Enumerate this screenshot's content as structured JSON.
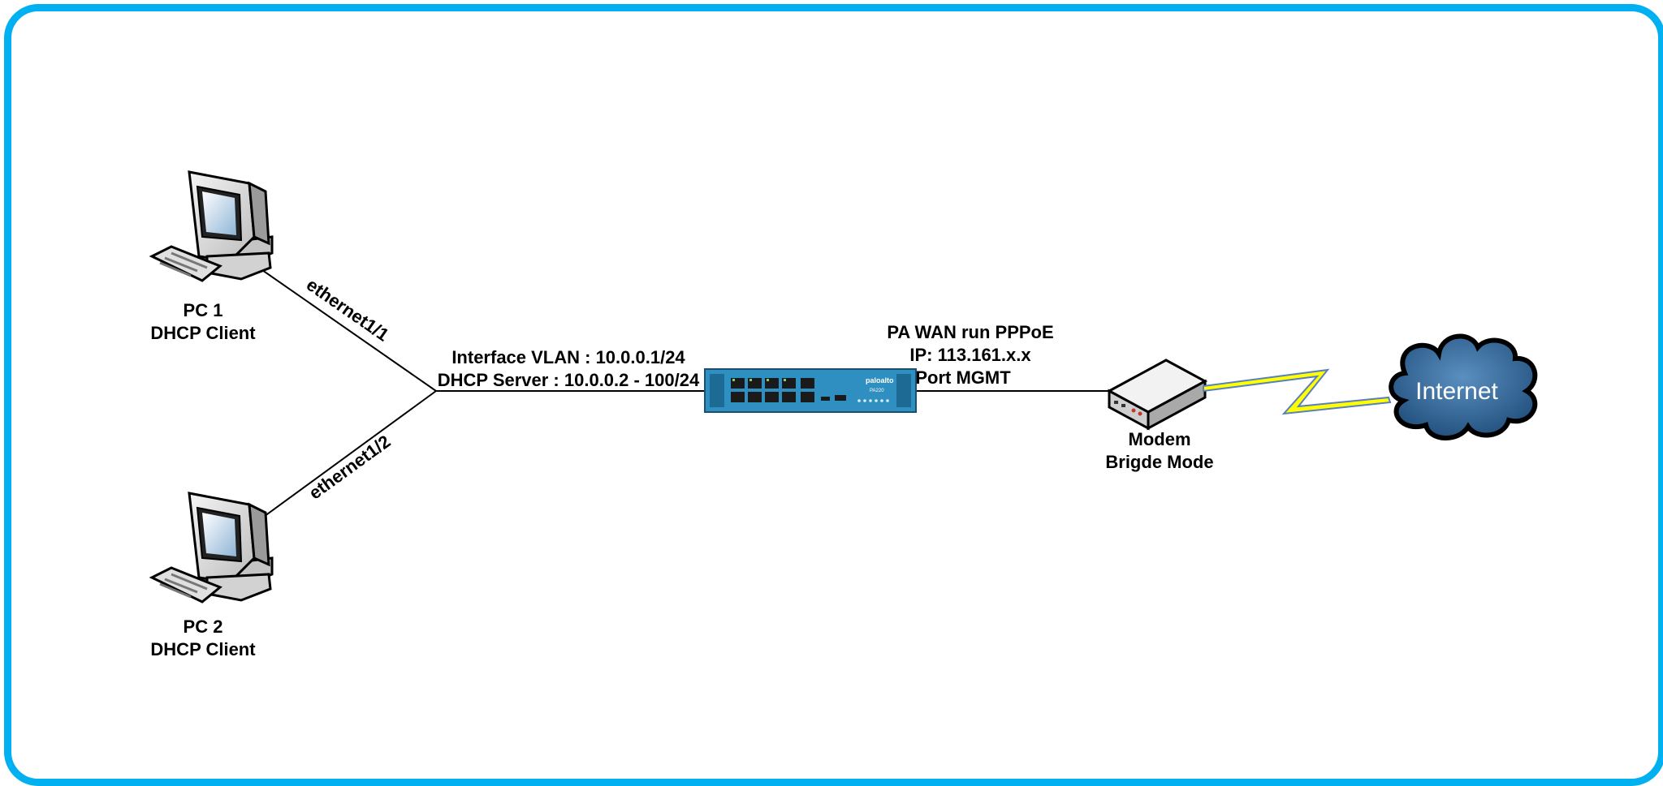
{
  "nodes": {
    "pc1": {
      "name": "PC 1",
      "role": "DHCP Client"
    },
    "pc2": {
      "name": "PC 2",
      "role": "DHCP Client"
    },
    "firewall": {
      "brand": "paloalto",
      "model": "PA220",
      "interface_label": "Interface VLAN : 10.0.0.1/24",
      "dhcp_label": "DHCP Server : 10.0.0.2 - 100/24",
      "wan_label": "PA WAN run PPPoE",
      "ip_label": "IP: 113.161.x.x",
      "port_label": "Port MGMT"
    },
    "modem": {
      "name": "Modem",
      "mode": "Brigde Mode"
    },
    "internet": {
      "label": "Internet"
    }
  },
  "links": {
    "pc1": "ethernet1/1",
    "pc2": "ethernet1/2"
  },
  "colors": {
    "frame": "#00b0f0",
    "firewall_body": "#2f8fc0",
    "cloud": "#2c5e8c",
    "lightning": "#ffff00"
  },
  "icons": {
    "pc": "desktop-computer-icon",
    "firewall": "firewall-appliance-icon",
    "modem": "modem-icon",
    "cloud": "internet-cloud-icon",
    "wireless": "lightning-bolt-icon"
  }
}
